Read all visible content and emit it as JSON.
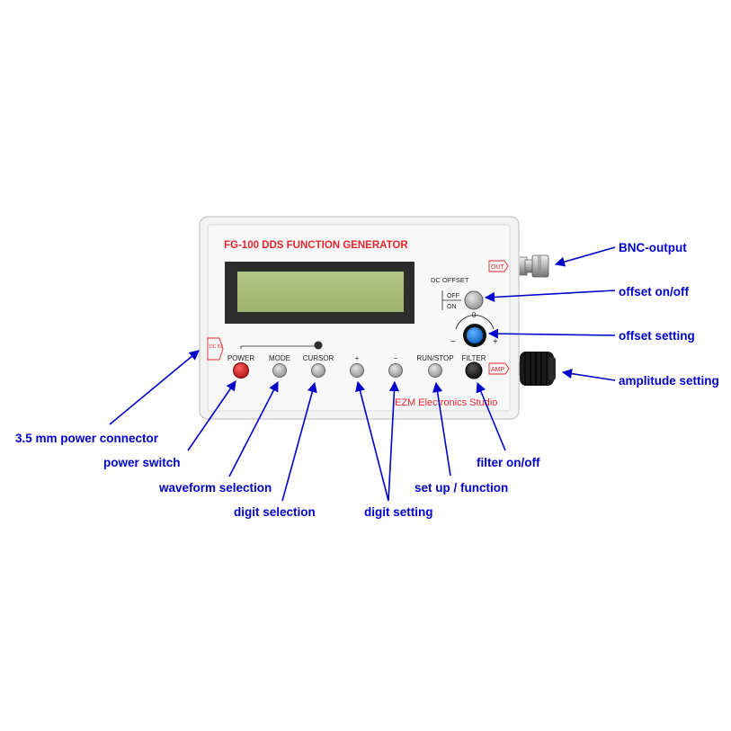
{
  "device": {
    "model_title": "FG-100 DDS FUNCTION GENERATOR",
    "maker": "EZM Electronics Studio",
    "out_tag": "OUT",
    "amp_tag": "AMP",
    "dc_offset": {
      "title": "DC OFFSET",
      "off": "OFF",
      "on": "ON"
    },
    "knob_marks": {
      "minus": "−",
      "zero": "0",
      "plus": "+"
    },
    "power_jack_tag": "DC 5V",
    "buttons": {
      "power": "POWER",
      "mode": "MODE",
      "cursor": "CURSOR",
      "plus": "+",
      "minus": "−",
      "runstop": "RUN/STOP",
      "filter": "FILTER"
    }
  },
  "callouts": {
    "bnc_output": "BNC-output",
    "offset_onoff": "offset on/off",
    "offset_setting": "offset setting",
    "amplitude_setting": "amplitude setting",
    "power_connector": "3.5 mm power connector",
    "power_switch": "power switch",
    "waveform_selection": "waveform selection",
    "digit_selection": "digit selection",
    "digit_setting": "digit setting",
    "setup_function": "set up / function",
    "filter_onoff": "filter on/off"
  },
  "colors": {
    "annotation": "#0000cc",
    "device_red": "#e8262b",
    "lcd": "#a9bd77",
    "knob_blue": "#1e73d8"
  }
}
